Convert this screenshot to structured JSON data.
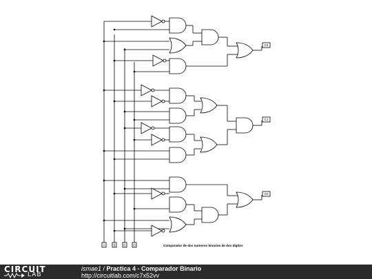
{
  "schematic": {
    "inputs": [
      {
        "label": "A"
      },
      {
        "label": "B"
      },
      {
        "label": "C"
      },
      {
        "label": "D"
      }
    ],
    "outputs": [
      {
        "label": "C2"
      },
      {
        "label": "C1"
      },
      {
        "label": "C0"
      }
    ],
    "caption": "Comparador de dos numeros binarios de dos digitos"
  },
  "footer": {
    "logo_top": "CIRCUIT",
    "logo_bottom": "LAB",
    "author": "ismae1",
    "separator": " / ",
    "project": "Practica 4 - Comparador Binario",
    "url": "http://circuitlab.com/c7x52vv"
  }
}
